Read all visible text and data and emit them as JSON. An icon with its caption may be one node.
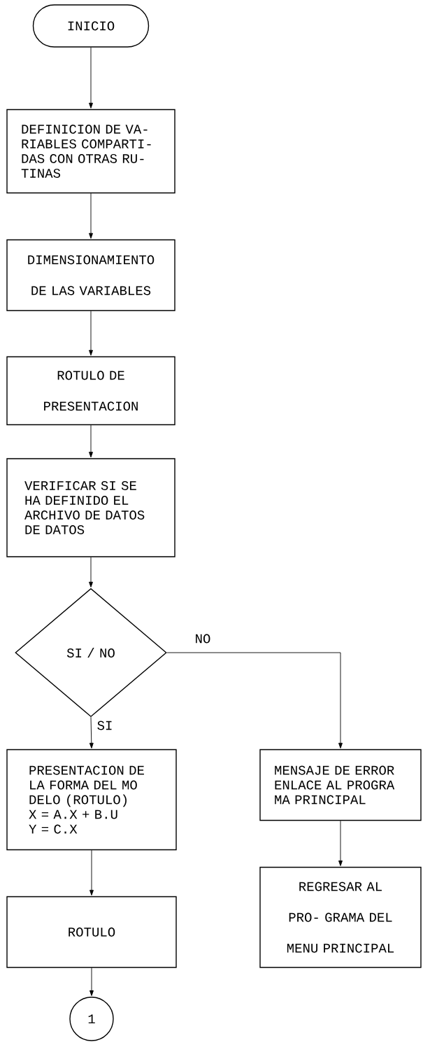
{
  "diagram": {
    "nodes": [
      {
        "text": [
          "INICIO"
        ]
      },
      {
        "text": [
          "DEFINICION DE VA- RIABLES COMPARTI- DAS CON OTRAS RU- TINAS"
        ]
      },
      {
        "text": [
          "DIMENSIONAMIENTO DE LAS VARIABLES"
        ]
      },
      {
        "text": [
          "ROTULO DE PRESENTACION"
        ]
      },
      {
        "text": [
          "VERIFICAR SI SE HA DEFINIDO EL ARCHIVO DE DATOS DE DATOS"
        ]
      },
      {
        "text": [
          "SI / NO"
        ]
      },
      {
        "text": [
          "PRESENTACION DE LA FORMA DEL MO DELO (ROTULO)",
          "X = A.X + B.U",
          "Y = C.X"
        ]
      },
      {
        "text": [
          "MENSAJE DE ERROR ENLACE AL PROGRA MA PRINCIPAL"
        ]
      },
      {
        "text": [
          "ROTULO"
        ]
      },
      {
        "text": [
          "REGRESAR AL PRO- GRAMA DEL MENU PRINCIPAL"
        ]
      },
      {
        "text": [
          "1"
        ]
      }
    ],
    "edges": [
      {
        "from": 0,
        "to": 1,
        "arrow": "to"
      },
      {
        "from": 1,
        "to": 2,
        "arrow": "to"
      },
      {
        "from": 2,
        "to": 3,
        "arrow": "to"
      },
      {
        "from": 3,
        "to": 4,
        "arrow": "to"
      },
      {
        "from": 4,
        "to": 5,
        "arrow": "to"
      },
      {
        "from": 5,
        "to": 6,
        "arrow": "to",
        "label": "SI"
      },
      {
        "from": 5,
        "to": 7,
        "arrow": "to",
        "label": "NO"
      },
      {
        "from": 6,
        "to": 8,
        "arrow": "to"
      },
      {
        "from": 7,
        "to": 9,
        "arrow": "to"
      },
      {
        "from": 8,
        "to": 10,
        "arrow": "to"
      }
    ]
  }
}
